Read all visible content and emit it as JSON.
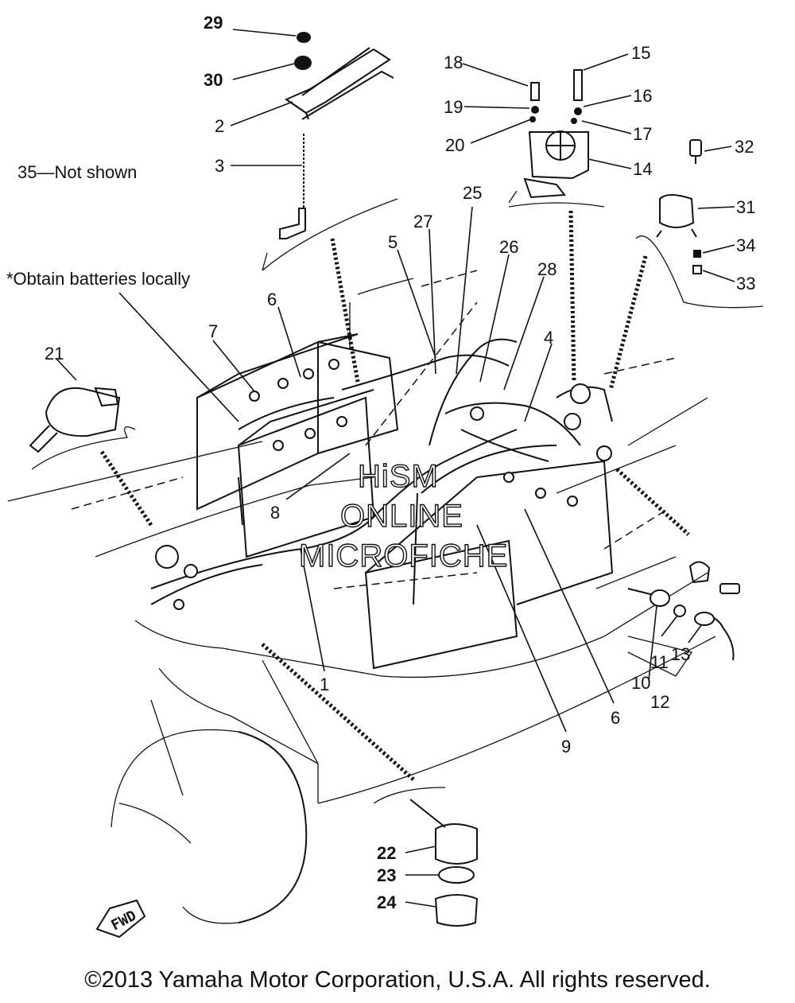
{
  "notes": {
    "not_shown": "35—Not shown",
    "batteries": "*Obtain batteries locally"
  },
  "watermark": [
    "HiSM",
    "ONLINE",
    "MICROFICHE"
  ],
  "fwd_label": "FWD",
  "copyright": "©2013 Yamaha Motor Corporation, U.S.A. All rights reserved.",
  "callouts": {
    "c1": "1",
    "c2": "2",
    "c3": "3",
    "c4": "4",
    "c5": "5",
    "c6a": "6",
    "c6b": "6",
    "c7": "7",
    "c8": "8",
    "c9": "9",
    "c10": "10",
    "c11": "11",
    "c12": "12",
    "c13": "13",
    "c14": "14",
    "c15": "15",
    "c16": "16",
    "c17": "17",
    "c18": "18",
    "c19": "19",
    "c20": "20",
    "c21": "21",
    "c22": "22",
    "c23": "23",
    "c24": "24",
    "c25": "25",
    "c26": "26",
    "c27": "27",
    "c28": "28",
    "c29": "29",
    "c30": "30",
    "c31": "31",
    "c32": "32",
    "c33": "33",
    "c34": "34"
  }
}
